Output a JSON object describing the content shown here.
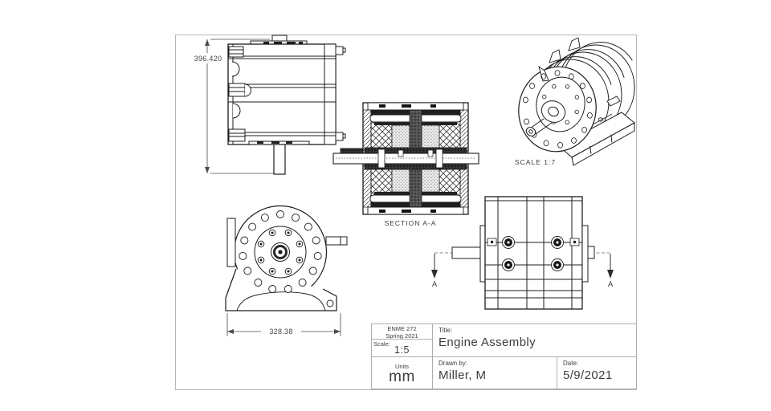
{
  "colors": {
    "line": "#1c1c1c",
    "frame": "#b6b6b6",
    "dim_text": "#454545",
    "text": "#3d3d3d"
  },
  "views": {
    "front_elevation": {
      "height_dim": "396.420"
    },
    "section": {
      "label": "SECTION A-A"
    },
    "isometric": {
      "scale_label": "SCALE 1:7"
    },
    "front_circular": {
      "width_dim": "328.38"
    },
    "side": {
      "section_marker": "A"
    }
  },
  "title_block": {
    "course_line1": "ENME 272",
    "course_line2": "Spring 2021",
    "scale_label": "Scale:",
    "scale_value": "1:5",
    "units_label": "Units",
    "units_value": "mm",
    "title_label": "Title:",
    "title_value": "Engine Assembly",
    "drawn_by_label": "Drawn by:",
    "drawn_by_value": "Miller, M",
    "date_label": "Date:",
    "date_value": "5/9/2021"
  }
}
